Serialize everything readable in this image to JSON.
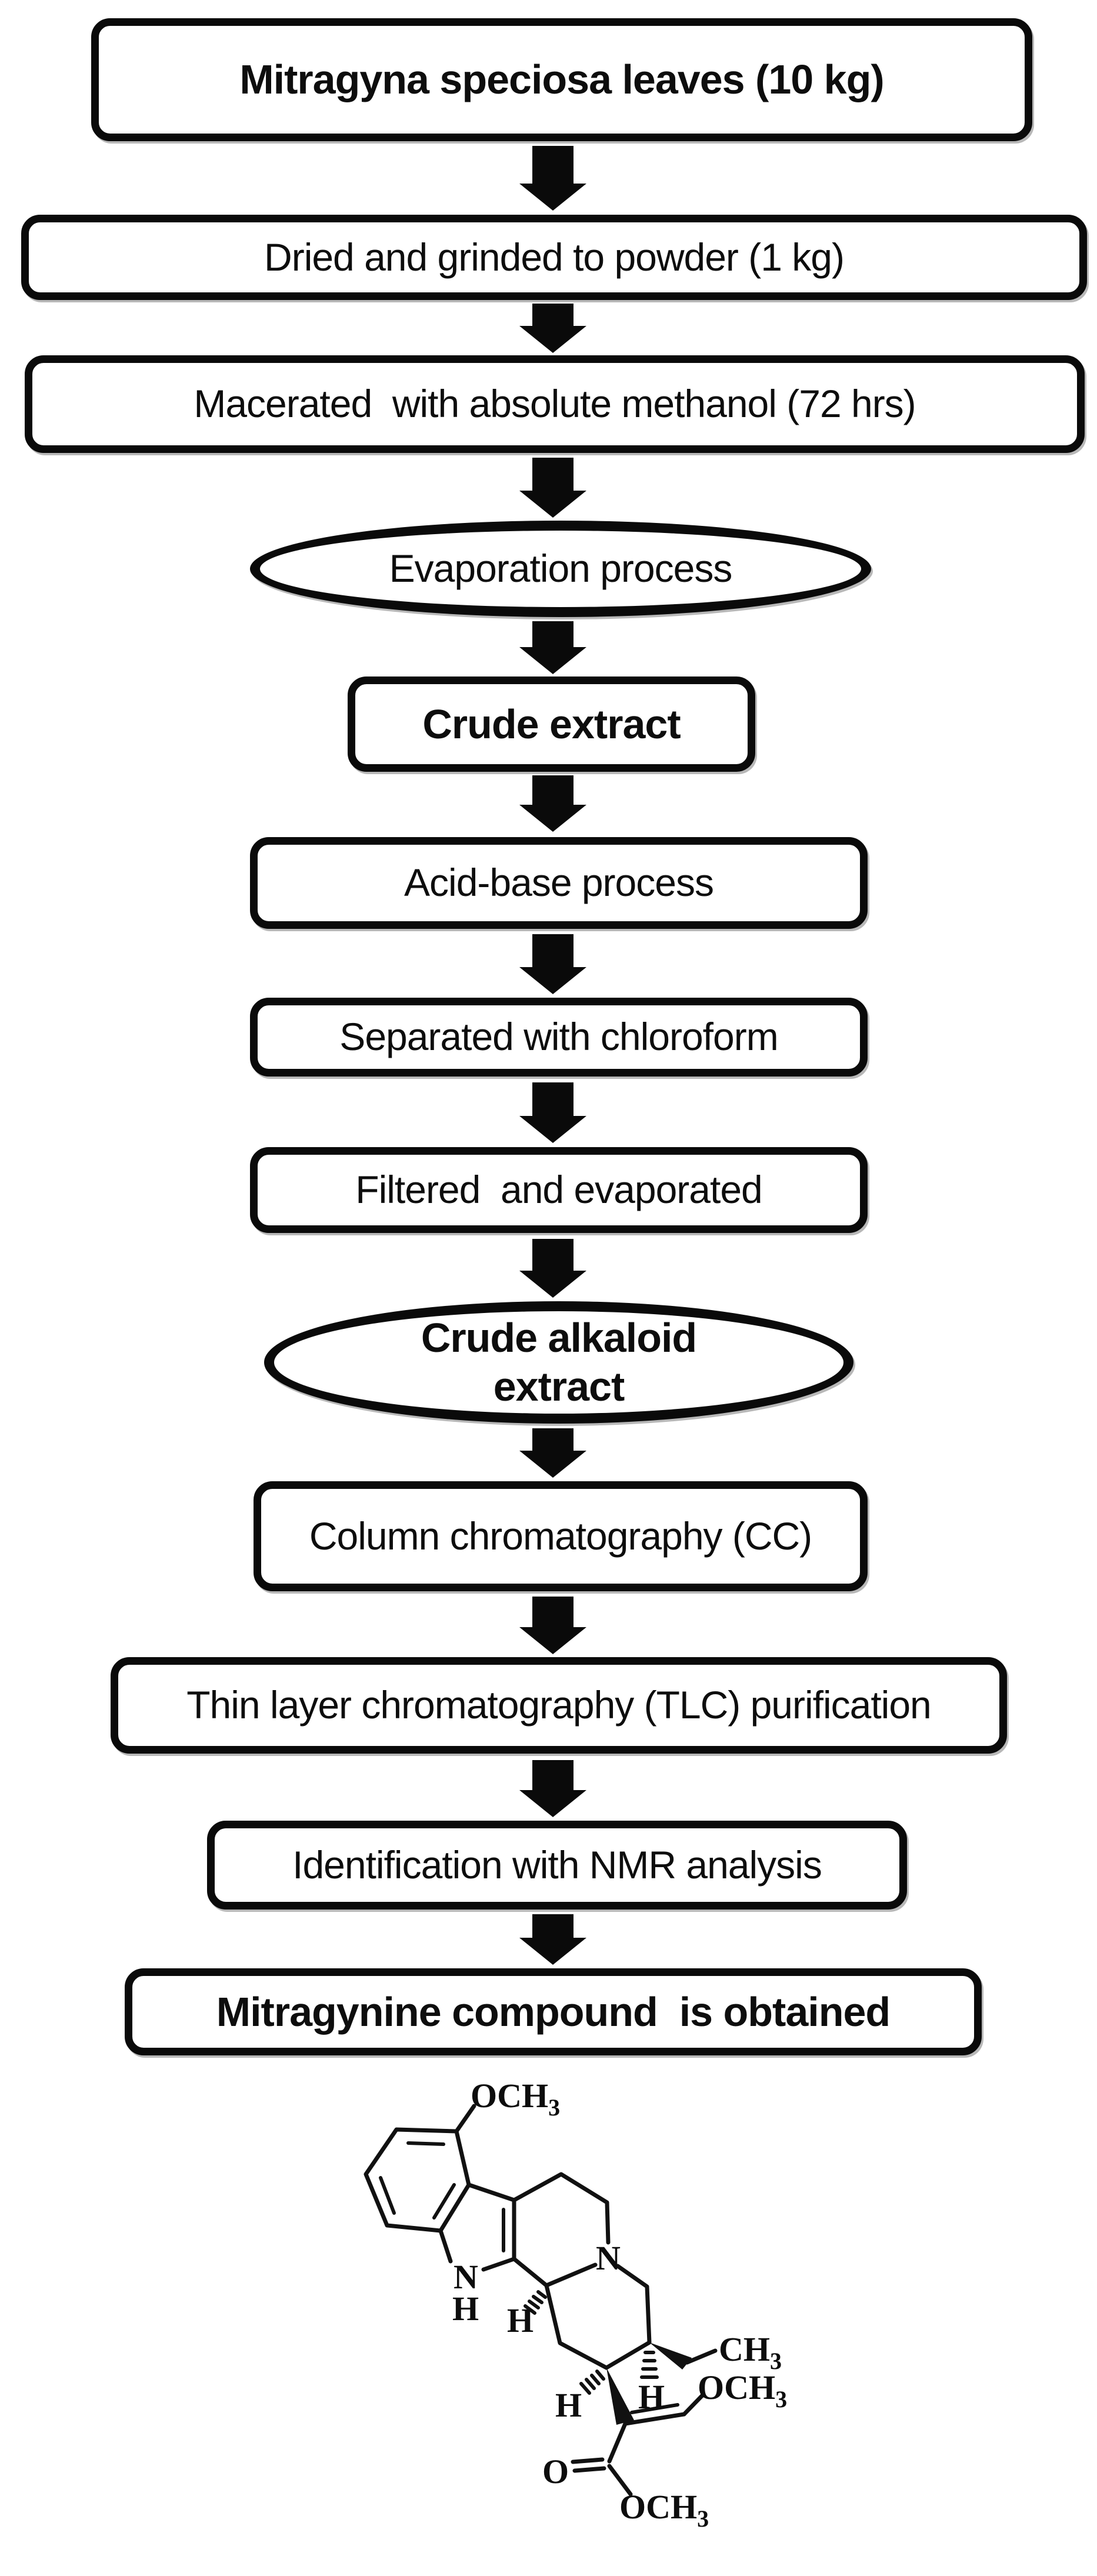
{
  "figure": {
    "background_color": "#ffffff",
    "ink_color": "#0a0a0a",
    "type": "process-flowchart-with-chemical-structure"
  },
  "flowchart": {
    "arrows": {
      "style": "solid-black-down-arrow",
      "count": 12
    },
    "nodes": [
      {
        "id": "leaves",
        "shape": "rounded-rect",
        "bold": true,
        "label": "Mitragyna speciosa leaves (10 kg)"
      },
      {
        "id": "dried",
        "shape": "rounded-rect",
        "bold": false,
        "label": "Dried and grinded to powder (1 kg)"
      },
      {
        "id": "macerated",
        "shape": "rounded-rect",
        "bold": false,
        "label": "Macerated  with absolute methanol (72 hrs)"
      },
      {
        "id": "evaporation",
        "shape": "ellipse",
        "bold": false,
        "label": "Evaporation process"
      },
      {
        "id": "crude-extract",
        "shape": "rounded-rect",
        "bold": true,
        "label": "Crude extract"
      },
      {
        "id": "acid-base",
        "shape": "rounded-rect",
        "bold": false,
        "label": "Acid-base process"
      },
      {
        "id": "separated",
        "shape": "rounded-rect",
        "bold": false,
        "label": "Separated with chloroform"
      },
      {
        "id": "filtered",
        "shape": "rounded-rect",
        "bold": false,
        "label": "Filtered  and evaporated"
      },
      {
        "id": "crude-alkaloid",
        "shape": "ellipse",
        "bold": true,
        "label": "Crude alkaloid\nextract"
      },
      {
        "id": "column-chromatography",
        "shape": "rounded-rect",
        "bold": false,
        "label": "Column chromatography (CC)"
      },
      {
        "id": "tlc-purification",
        "shape": "rounded-rect",
        "bold": false,
        "label": "Thin layer chromatography (TLC) purification"
      },
      {
        "id": "nmr-identification",
        "shape": "rounded-rect",
        "bold": false,
        "label": "Identification with NMR analysis"
      },
      {
        "id": "mitragynine-obtained",
        "shape": "rounded-rect",
        "bold": true,
        "label": "Mitragynine compound  is obtained"
      }
    ]
  },
  "molecule": {
    "depicted_compound": "mitragynine structure drawing",
    "labels": [
      {
        "id": "methoxy-top",
        "text": "OCH",
        "sub": "3"
      },
      {
        "id": "indole-n",
        "text": "N",
        "sub": ""
      },
      {
        "id": "indole-nh",
        "text": "H",
        "sub": ""
      },
      {
        "id": "ring-n",
        "text": "N",
        "sub": ""
      },
      {
        "id": "stereo-h-c3",
        "text": "H",
        "sub": ""
      },
      {
        "id": "ethyl-ch3",
        "text": "CH",
        "sub": "3"
      },
      {
        "id": "enol-methoxy",
        "text": "OCH",
        "sub": "3"
      },
      {
        "id": "stereo-h-c20",
        "text": "H",
        "sub": ""
      },
      {
        "id": "stereo-h-c15",
        "text": "H",
        "sub": ""
      },
      {
        "id": "carbonyl-o",
        "text": "O",
        "sub": ""
      },
      {
        "id": "ester-methoxy",
        "text": "OCH",
        "sub": "3"
      }
    ]
  }
}
